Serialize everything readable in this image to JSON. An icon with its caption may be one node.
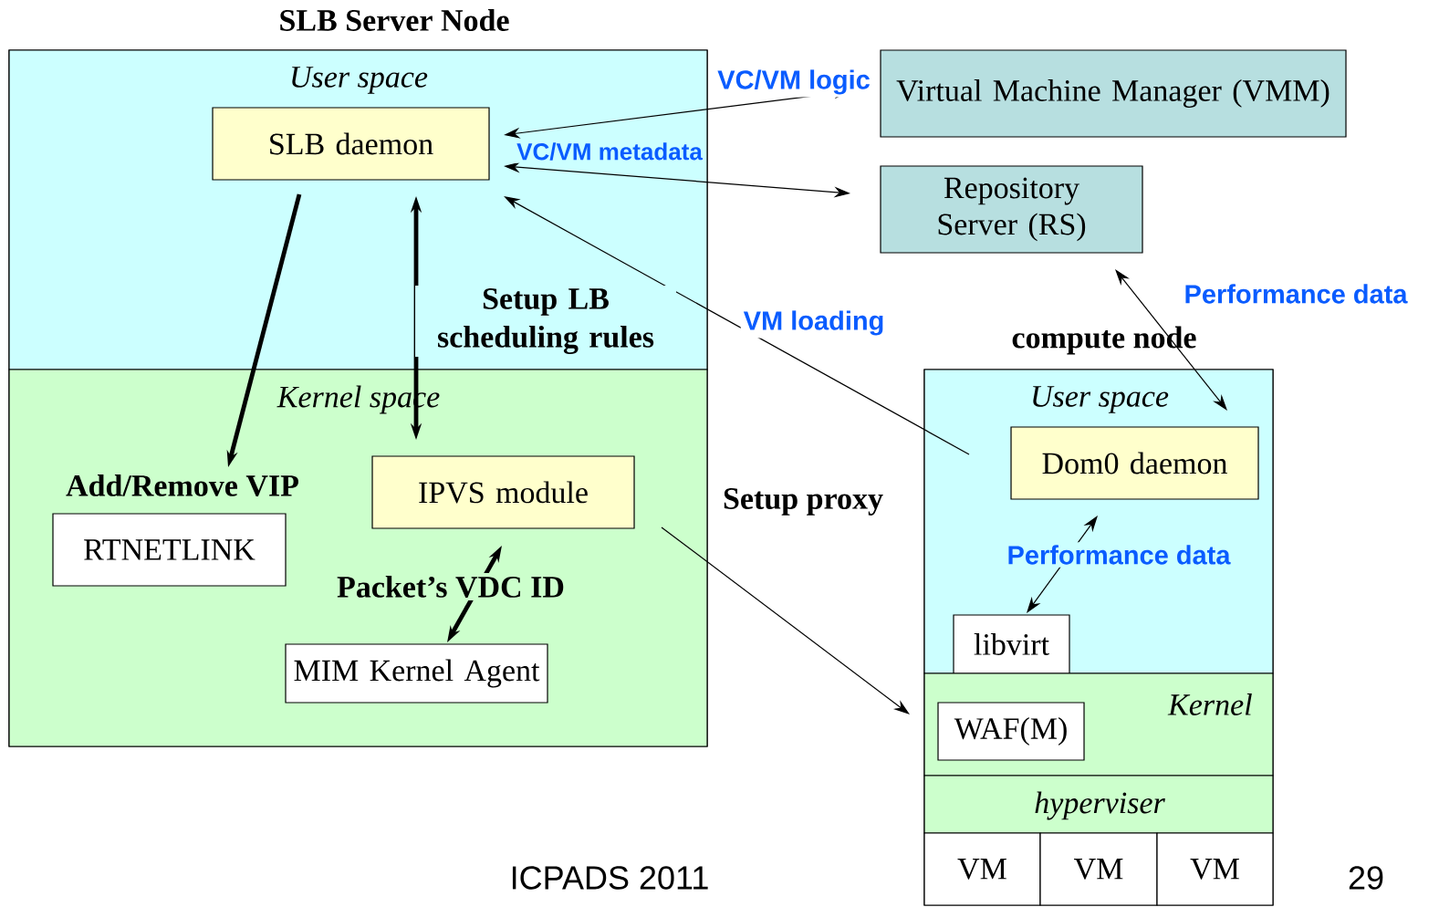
{
  "diagram": {
    "nodes": [
      {
        "text": [
          "SLB Server Node"
        ]
      },
      {
        "text": [
          "User space"
        ],
        "in": 0
      },
      {
        "text": [
          "Kernel space"
        ],
        "in": 0
      },
      {
        "text": [
          "SLB daemon"
        ],
        "in": 1
      },
      {
        "text": [
          "IPVS module"
        ],
        "in": 2
      },
      {
        "text": [
          "RTNETLINK"
        ],
        "in": 2
      },
      {
        "text": [
          "MIM Kernel Agent"
        ],
        "in": 2
      },
      {
        "text": [
          "Virtual Machine Manager (VMM)"
        ]
      },
      {
        "text": [
          "Repository Server (RS)"
        ]
      },
      {
        "text": [
          "compute node"
        ]
      },
      {
        "text": [
          "User space"
        ],
        "in": 9
      },
      {
        "text": [
          "Dom0 daemon"
        ],
        "in": 10
      },
      {
        "text": [
          "libvirt"
        ],
        "in": 10
      },
      {
        "text": [
          "Kernel"
        ],
        "in": 9
      },
      {
        "text": [
          "WAF(M)"
        ],
        "in": 13
      },
      {
        "text": [
          "hyperviser"
        ],
        "in": 9
      },
      {
        "text": [
          "VM"
        ],
        "in": 9
      },
      {
        "text": [
          "VM"
        ],
        "in": 9
      },
      {
        "text": [
          "VM"
        ],
        "in": 9
      }
    ],
    "edges": [
      {
        "from": 3,
        "to": 7,
        "arrow": "both",
        "label": "VC/VM logic"
      },
      {
        "from": 3,
        "to": 8,
        "arrow": "both",
        "label": "VC/VM metadata"
      },
      {
        "from": 11,
        "to": 3,
        "arrow": "to",
        "label": "VM loading"
      },
      {
        "from": 3,
        "to": 5,
        "arrow": "to",
        "label": "Add/Remove VIP",
        "style": "thick"
      },
      {
        "from": 3,
        "to": 4,
        "arrow": "both",
        "label": "Setup LB scheduling rules",
        "style": "thick"
      },
      {
        "from": 4,
        "to": 6,
        "arrow": "both",
        "label": "Packet’s VDC ID",
        "style": "thick"
      },
      {
        "from": 4,
        "to": 13,
        "arrow": "to",
        "label": "Setup proxy"
      },
      {
        "from": 8,
        "to": 11,
        "arrow": "both",
        "label": "Performance data"
      },
      {
        "from": 11,
        "to": 12,
        "arrow": "both",
        "label": "Performance data"
      }
    ],
    "labels": [
      "ICPADS 2011",
      "29"
    ]
  }
}
